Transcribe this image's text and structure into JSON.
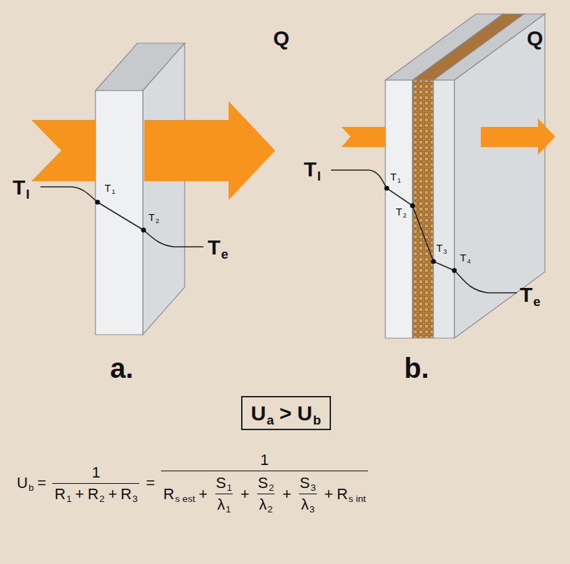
{
  "diagram": {
    "nodes": [
      {
        "text": [
          "U",
          "a",
          ">",
          "U",
          "b"
        ]
      }
    ],
    "labels": [
      "Q",
      "T",
      "I",
      "T",
      "1",
      "T",
      "2",
      "T",
      "e",
      "Q",
      "T",
      "I",
      "T",
      "1",
      "T",
      "2",
      "T",
      "3",
      "T",
      "4",
      "T",
      "e",
      "a.",
      "b.",
      "U",
      "b",
      "=",
      "1",
      "R",
      "1",
      "+",
      "R",
      "2",
      "+",
      "R",
      "3",
      "=",
      "1",
      "R",
      "s est",
      "+",
      "S",
      "1",
      "λ",
      "1",
      "+",
      "S",
      "2",
      "λ",
      "2",
      "+",
      "S",
      "3",
      "λ",
      "3",
      "+",
      "R",
      "s int"
    ]
  }
}
